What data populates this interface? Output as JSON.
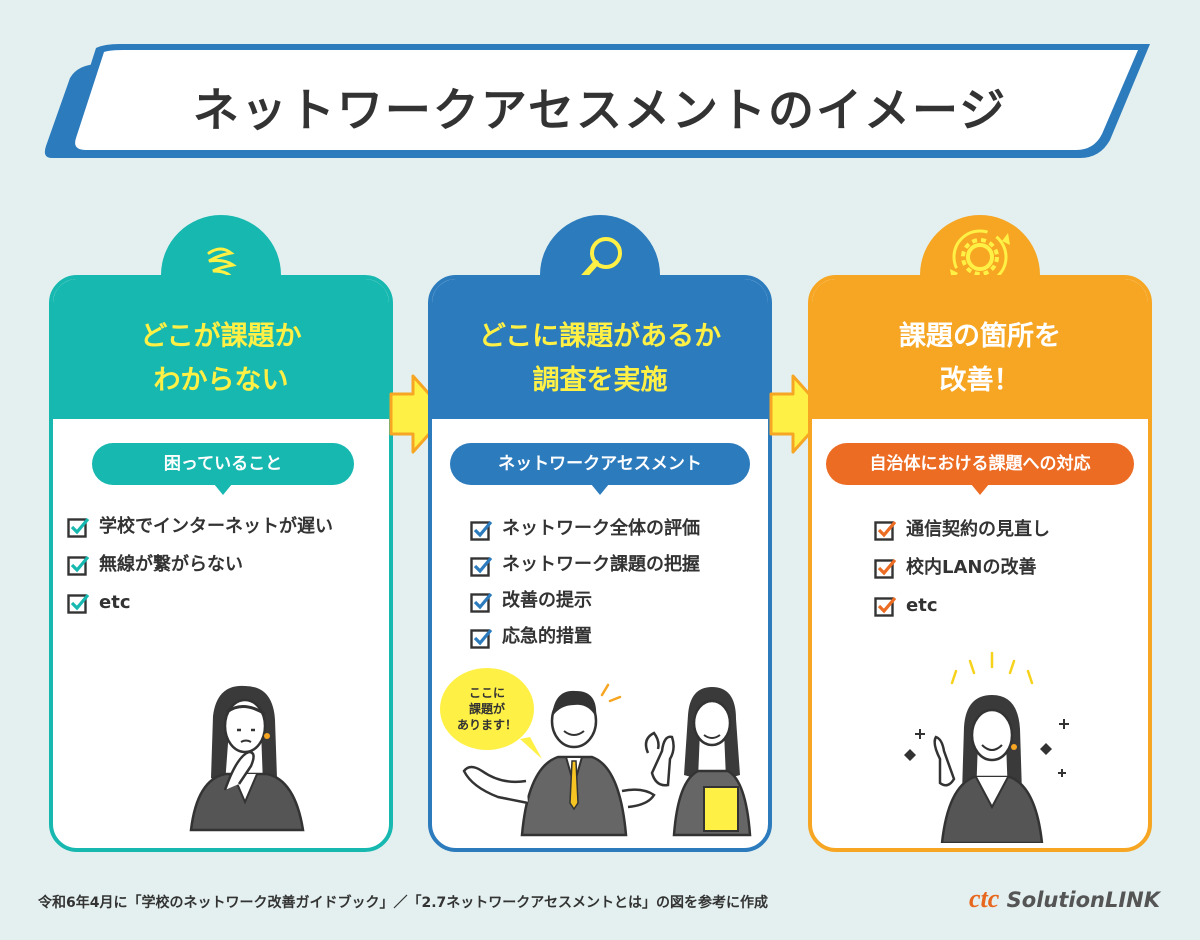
{
  "title": "ネットワークアセスメントのイメージ",
  "colors": {
    "teal": "#17b8b0",
    "blue": "#2c7bbd",
    "orange": "#f6a623",
    "red_orange": "#ec6c24",
    "yellow": "#fff045",
    "bg": "#e3f0ef"
  },
  "cards": [
    {
      "heading_line1": "どこが課題か",
      "heading_line2": "わからない",
      "icon": "spiral-confusion-icon",
      "pill": "困っていること",
      "items": [
        "学校でインターネットが遅い",
        "無線が繋がらない",
        "etc"
      ]
    },
    {
      "heading_line1": "どこに課題があるか",
      "heading_line2": "調査を実施",
      "icon": "magnifier-icon",
      "pill": "ネットワークアセスメント",
      "items": [
        "ネットワーク全体の評価",
        "ネットワーク課題の把握",
        "改善の提示",
        "応急的措置"
      ],
      "bubble": [
        "ここに",
        "課題が",
        "あります！"
      ]
    },
    {
      "heading_line1": "課題の箇所を",
      "heading_line2": "改善！",
      "icon": "gear-cycle-icon",
      "pill": "自治体における課題への対応",
      "items": [
        "通信契約の見直し",
        "校内LANの改善",
        "etc"
      ]
    }
  ],
  "footer": "令和6年4月に「学校のネットワーク改善ガイドブック」／「2.7ネットワークアセスメントとは」の図を参考に作成",
  "logo": {
    "ctc": "ctc",
    "rest": "SolutionLINK"
  }
}
